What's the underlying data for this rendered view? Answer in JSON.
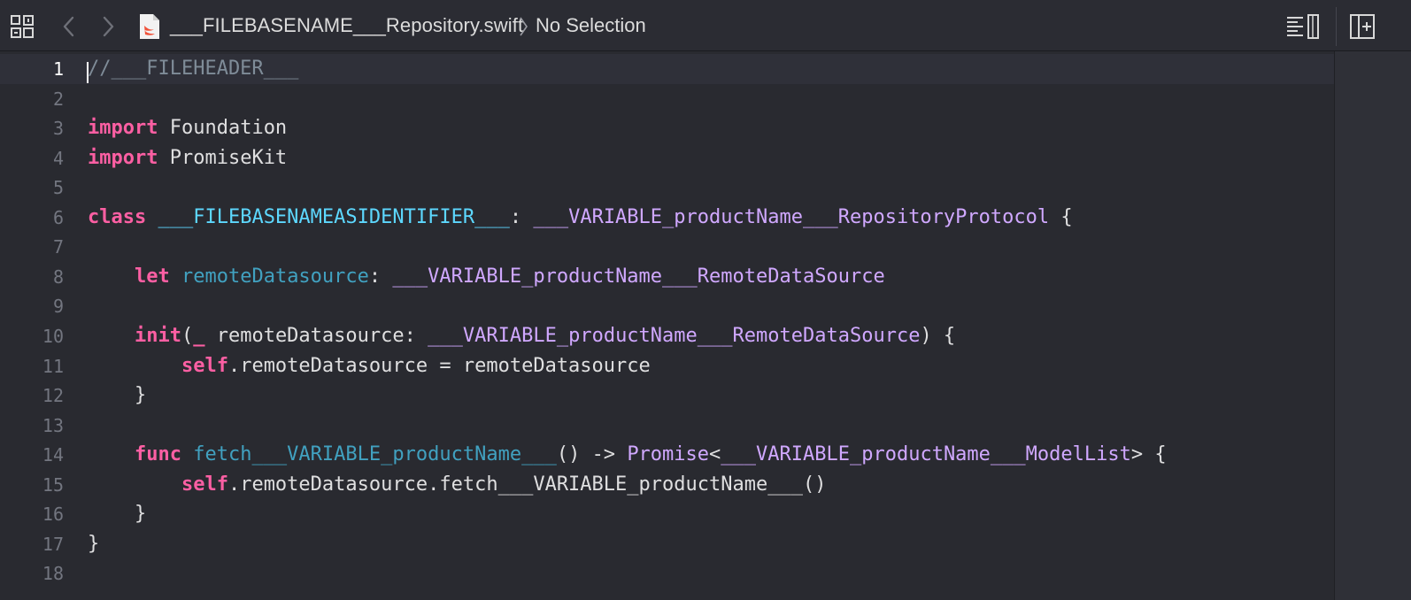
{
  "toolbar": {
    "file_name": "___FILEBASENAME___Repository.swift",
    "selection": "No Selection",
    "icons": [
      "grid-icon",
      "chevron-left-icon",
      "chevron-right-icon",
      "swift-file-icon",
      "chevron-right-icon",
      "minimap-icon",
      "add-editor-icon"
    ]
  },
  "editor": {
    "active_line": 1,
    "lines": [
      {
        "n": "1",
        "tokens": [
          {
            "t": "//___FILEHEADER___",
            "c": "cmt"
          }
        ]
      },
      {
        "n": "2",
        "tokens": []
      },
      {
        "n": "3",
        "tokens": [
          {
            "t": "import",
            "c": "kw"
          },
          {
            "t": " Foundation",
            "c": "plain"
          }
        ]
      },
      {
        "n": "4",
        "tokens": [
          {
            "t": "import",
            "c": "kw"
          },
          {
            "t": " PromiseKit",
            "c": "plain"
          }
        ]
      },
      {
        "n": "5",
        "tokens": []
      },
      {
        "n": "6",
        "tokens": [
          {
            "t": "class",
            "c": "kw"
          },
          {
            "t": " ",
            "c": "plain"
          },
          {
            "t": "___FILEBASENAMEASIDENTIFIER___",
            "c": "tyDecl"
          },
          {
            "t": ": ",
            "c": "plain"
          },
          {
            "t": "___VARIABLE_productName___RepositoryProtocol",
            "c": "tyRef"
          },
          {
            "t": " {",
            "c": "plain"
          }
        ]
      },
      {
        "n": "7",
        "tokens": []
      },
      {
        "n": "8",
        "tokens": [
          {
            "t": "    ",
            "c": "plain"
          },
          {
            "t": "let",
            "c": "kw"
          },
          {
            "t": " ",
            "c": "plain"
          },
          {
            "t": "remoteDatasource",
            "c": "prop"
          },
          {
            "t": ": ",
            "c": "plain"
          },
          {
            "t": "___VARIABLE_productName___RemoteDataSource",
            "c": "tyRef"
          }
        ]
      },
      {
        "n": "9",
        "tokens": []
      },
      {
        "n": "10",
        "tokens": [
          {
            "t": "    ",
            "c": "plain"
          },
          {
            "t": "init",
            "c": "kw"
          },
          {
            "t": "(",
            "c": "plain"
          },
          {
            "t": "_",
            "c": "kw"
          },
          {
            "t": " remoteDatasource: ",
            "c": "plain"
          },
          {
            "t": "___VARIABLE_productName___RemoteDataSource",
            "c": "tyRef"
          },
          {
            "t": ") {",
            "c": "plain"
          }
        ]
      },
      {
        "n": "11",
        "tokens": [
          {
            "t": "        ",
            "c": "plain"
          },
          {
            "t": "self",
            "c": "kw"
          },
          {
            "t": ".remoteDatasource = remoteDatasource",
            "c": "plain"
          }
        ]
      },
      {
        "n": "12",
        "tokens": [
          {
            "t": "    }",
            "c": "plain"
          }
        ]
      },
      {
        "n": "13",
        "tokens": []
      },
      {
        "n": "14",
        "tokens": [
          {
            "t": "    ",
            "c": "plain"
          },
          {
            "t": "func",
            "c": "kw"
          },
          {
            "t": " ",
            "c": "plain"
          },
          {
            "t": "fetch___VARIABLE_productName___",
            "c": "fnDecl"
          },
          {
            "t": "() -> ",
            "c": "plain"
          },
          {
            "t": "Promise",
            "c": "tyRef"
          },
          {
            "t": "<",
            "c": "plain"
          },
          {
            "t": "___VARIABLE_productName___ModelList",
            "c": "tyRef"
          },
          {
            "t": "> {",
            "c": "plain"
          }
        ]
      },
      {
        "n": "15",
        "tokens": [
          {
            "t": "        ",
            "c": "plain"
          },
          {
            "t": "self",
            "c": "kw"
          },
          {
            "t": ".remoteDatasource.fetch___VARIABLE_productName___()",
            "c": "plain"
          }
        ]
      },
      {
        "n": "16",
        "tokens": [
          {
            "t": "    }",
            "c": "plain"
          }
        ]
      },
      {
        "n": "17",
        "tokens": [
          {
            "t": "}",
            "c": "plain"
          }
        ]
      },
      {
        "n": "18",
        "tokens": []
      }
    ]
  }
}
